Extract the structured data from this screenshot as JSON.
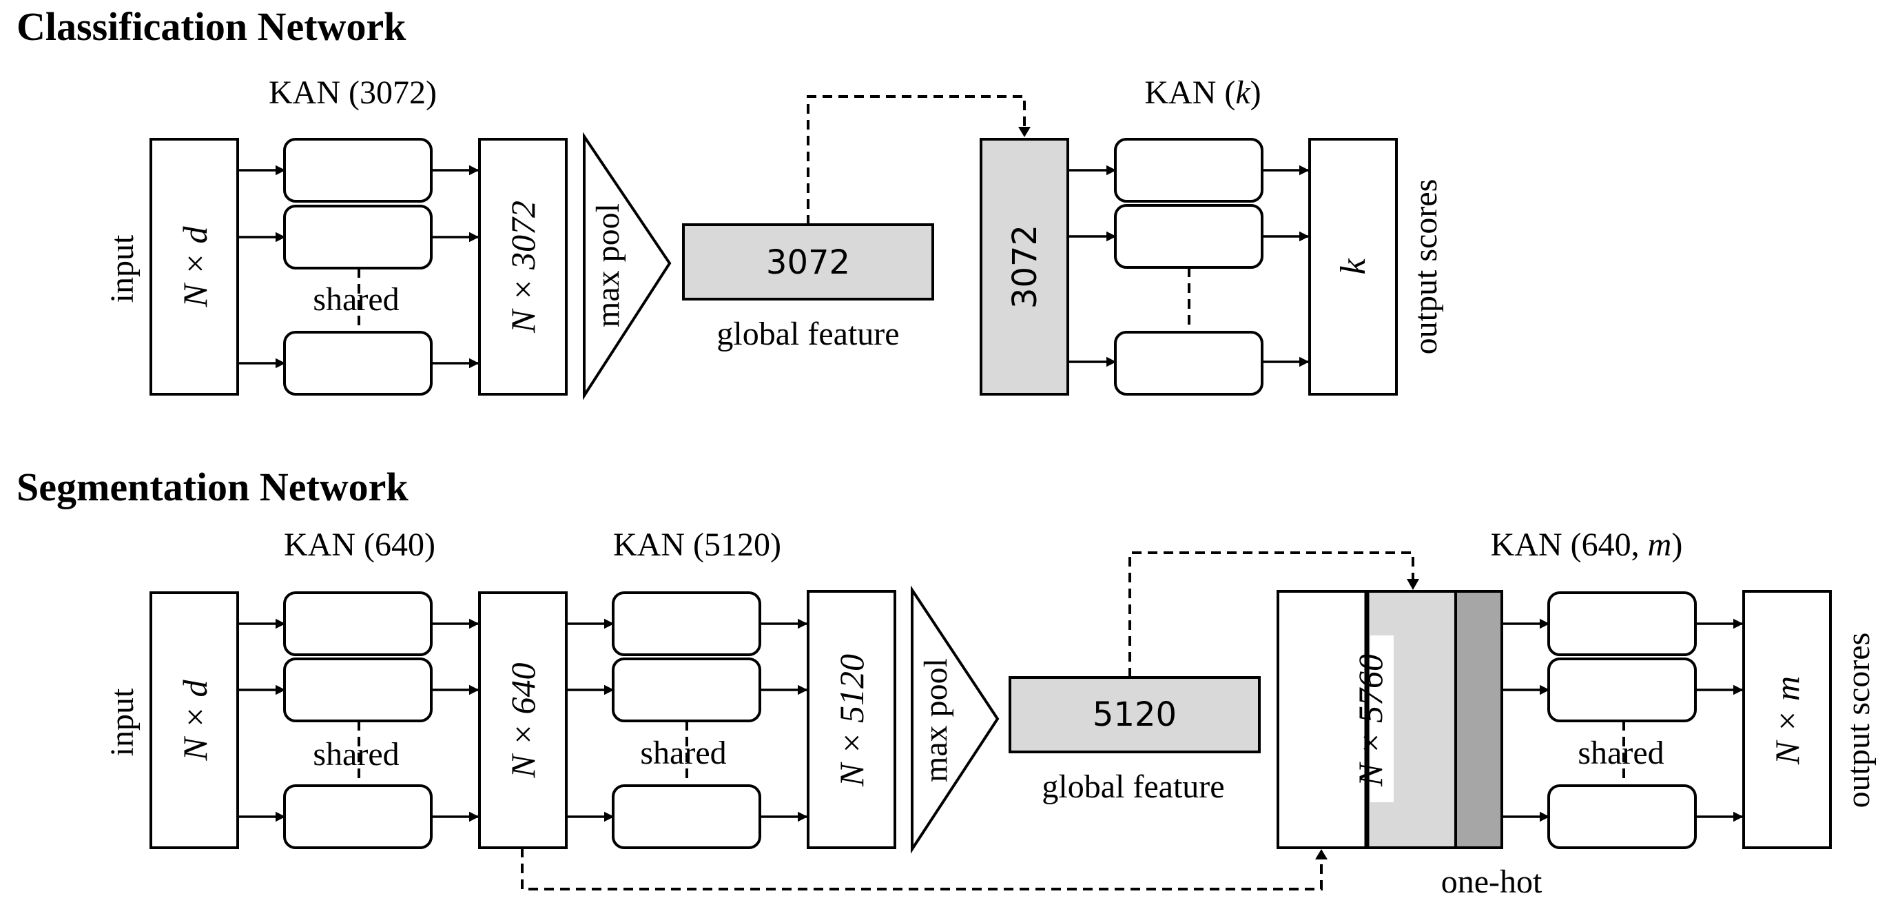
{
  "classification": {
    "title": "Classification Network",
    "input_label": "input",
    "input_dim": "N × d",
    "kan_label": "KAN (3072)",
    "kan_shared": "shared",
    "feature_dim": "N × 3072",
    "pool_label": "max pool",
    "global_value": "3072",
    "global_label": "global feature",
    "broadcast_value": "3072",
    "kan_k_prefix": "KAN (",
    "kan_k_var": "k",
    "kan_k_suffix": ")",
    "output_dim": "k",
    "output_label": "output scores"
  },
  "segmentation": {
    "title": "Segmentation Network",
    "input_label": "input",
    "input_dim": "N × d",
    "kan1_label": "KAN (640)",
    "kan1_shared": "shared",
    "feature1_dim": "N × 640",
    "kan2_label": "KAN (5120)",
    "kan2_shared": "shared",
    "feature2_dim": "N × 5120",
    "pool_label": "max pool",
    "global_value": "5120",
    "global_label": "global feature",
    "concat_dim": "N × 5760",
    "onehot_label": "one-hot",
    "kan3_prefix": "KAN (640, ",
    "kan3_var": "m",
    "kan3_suffix": ")",
    "kan3_shared": "shared",
    "output_dim": "N × m",
    "output_label": "output scores"
  },
  "colors": {
    "stroke": "#000000",
    "global_fill": "#d9d9d9",
    "onehot_fill": "#a6a6a6",
    "background": "#ffffff"
  }
}
